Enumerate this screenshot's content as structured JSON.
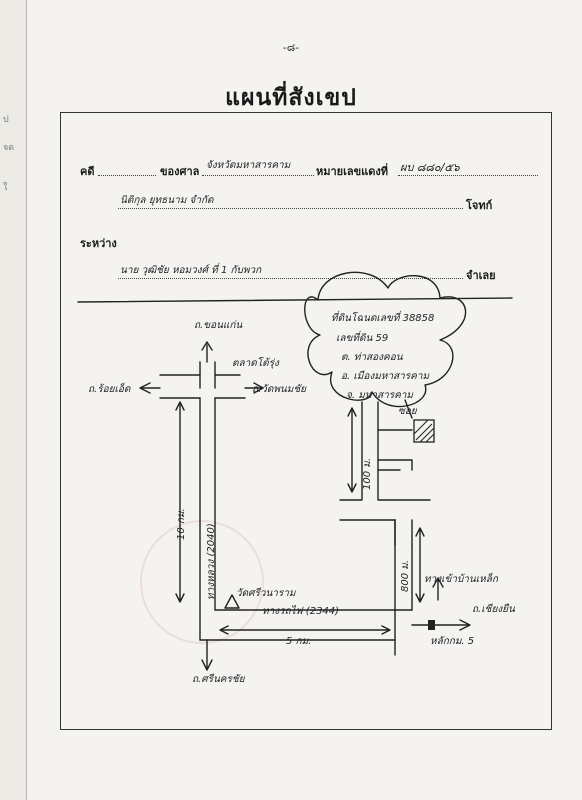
{
  "page_number": "-๘-",
  "title": "แผนที่สังเขป",
  "header": {
    "case_label": "คดี",
    "court_label": "ของศาล",
    "court_value": "จังหวัดมหาสารคาม",
    "red_no_label": "หมายเลขแดงที่",
    "red_no_value": "ผบ ๘๘๐/๕๖",
    "plaintiff_value": "นิติกุล ยุทธนาม จำกัด",
    "plaintiff_label": "โจทก์",
    "between_label": "ระหว่าง",
    "defendant_value": "นาย วุฒิชัย หอมวงศ์ ที่ 1 กับพวก",
    "defendant_label": "จำเลย"
  },
  "map": {
    "cloud_lines": [
      "ที่ดินโฉนดเลขที่ 38858",
      "เลขที่ดิน 59",
      "ต. ท่าสองคอน",
      "อ. เมืองมหาสารคาม",
      "จ. มหาสารคาม"
    ],
    "road_north": "ถ.ขอนแก่น",
    "road_west": "ถ.ร้อยเอ็ด",
    "road_east": "ถ.วัดพนมชัย",
    "place_market": "ตลาดโต้รุ่ง",
    "road_south": "ถ.ศรีนครชัย",
    "dist_north_south": "10 กม.",
    "highway": "ทางหลวง (2040)",
    "dist_lane": "100 ม.",
    "dist_side": "800 ม.",
    "road_east_lane": "ทางรถไฟ (2344)",
    "dist_bottom": "5 กม.",
    "temple": "วัดศรีวนาราม",
    "km_marker": "หลักกม. 5",
    "place_steel": "ทางเข้าบ้านเหล็ก",
    "place_right": "ถ.เชียงยืน",
    "place_corner": "ซอย"
  }
}
